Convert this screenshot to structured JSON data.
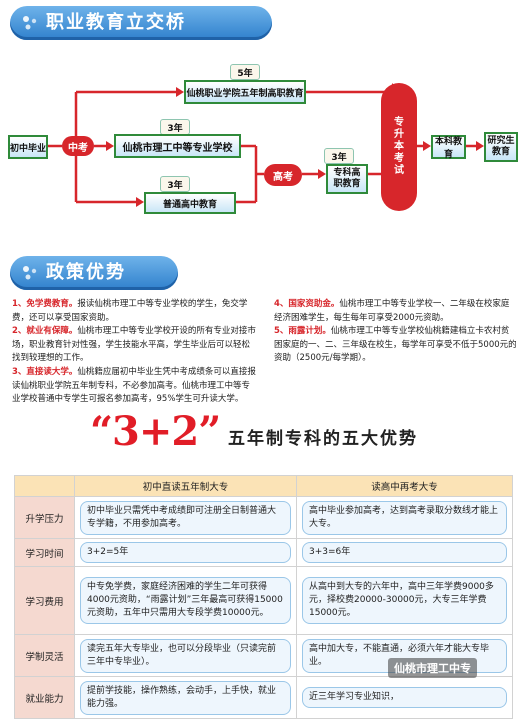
{
  "header": {
    "title": "职业教育立交桥"
  },
  "diagram": {
    "start": "初中毕业",
    "zhongkao": "中考",
    "top_years": "5年",
    "top_box": "仙桃职业学院五年制高职教育",
    "mid_years": "3年",
    "mid_box": "仙桃市理工中等专业学校",
    "bot_years": "3年",
    "bot_box": "普通高中教育",
    "gaokao": "高考",
    "spec_years": "3年",
    "spec_box": "专科高职教育",
    "sb_chars": [
      "专",
      "升",
      "本",
      "考",
      "试"
    ],
    "undergrad": "本科教育",
    "grad": "研究生教育"
  },
  "policy": {
    "title": "政策优势",
    "items": [
      {
        "head": "1、免学费教育。",
        "body": "报读仙桃市理工中等专业学校的学生，免交学费，还可以享受国家资助。"
      },
      {
        "head": "2、就业有保障。",
        "body": "仙桃市理工中等专业学校开设的所有专业对接市场，职业教育针对性强，学生技能水平高，学生毕业后可以轻松找到较理想的工作。"
      },
      {
        "head": "3、直接读大学。",
        "body": "仙桃籍应届初中毕业生凭中考成绩条可以直接报读仙桃职业学院五年制专科，不必参加高考。仙桃市理工中等专业学校普通中专学生可报名参加高考，95%学生可升读大学。"
      },
      {
        "head": "4、国家资助金。",
        "body": "仙桃市理工中等专业学校一、二年级在校家庭经济困难学生，每生每年可享受2000元资助。"
      },
      {
        "head": "5、雨露计划。",
        "body": "仙桃市理工中等专业学校仙桃籍建档立卡农村贫困家庭的一、二、三年级在校生，每学年可享受不低于5000元的资助（2500元/每学期）。"
      }
    ]
  },
  "compare": {
    "big": "“3+2”",
    "title": "五年制专科的五大优势",
    "col1": "初中直读五年制大专",
    "col2": "读高中再考大专",
    "rows": [
      {
        "label": "升学压力",
        "a": "初中毕业只需凭中考成绩即可注册全日制普通大专学籍，不用参加高考。",
        "b": "高中毕业参加高考，达到高考录取分数线才能上大专。"
      },
      {
        "label": "学习时间",
        "a": "3+2=5年",
        "b": "3+3=6年"
      },
      {
        "label": "学习费用",
        "a": "中专免学费，家庭经济困难的学生二年可获得4000元资助，“雨露计划”三年最高可获得15000元资助，五年中只需用大专段学费10000元。",
        "b": "从高中到大专的六年中，高中三年学费9000多元，择校费20000-30000元，大专三年学费15000元。"
      },
      {
        "label": "学制灵活",
        "a": "读完五年大专毕业，也可以分段毕业（只读完前三年中专毕业）。",
        "b": "高中加大专，不能直通，必须六年才能大专毕业。"
      },
      {
        "label": "就业能力",
        "a": "提前学技能，操作熟练，会动手，上手快，就业能力强。",
        "b": "近三年学习专业知识，"
      }
    ]
  },
  "watermark": "仙桃市理工中专"
}
